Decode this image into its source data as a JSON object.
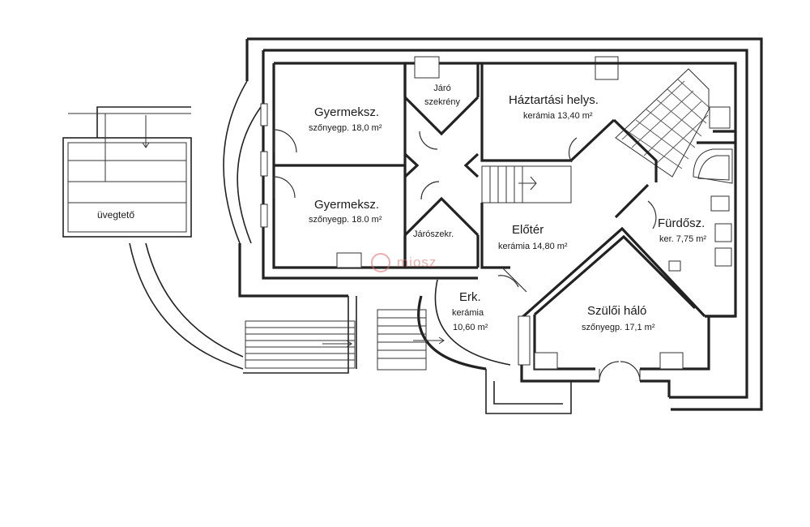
{
  "rooms": {
    "gyermek1": {
      "name": "Gyermeksz.",
      "detail": "szőnyegp. 18,0 m²"
    },
    "gyermek2": {
      "name": "Gyermeksz.",
      "detail": "szőnyegp. 18.0 m²"
    },
    "jaro_szekreny": {
      "line1": "Járó",
      "line2": "szekrény"
    },
    "haztartasi": {
      "name": "Háztartási helys.",
      "detail": "kerámia 13,40 m²"
    },
    "jaroszekr": {
      "name": "Járószekr."
    },
    "eloter": {
      "name": "Előtér",
      "detail": "kerámia 14,80 m²"
    },
    "furdo": {
      "name": "Fürdősz.",
      "detail": "ker. 7,75 m²"
    },
    "erkely": {
      "name": "Erk.",
      "line2": "kerámia",
      "detail": "10,60 m²"
    },
    "szuloi": {
      "name": "Szülői háló",
      "detail": "szőnyegp. 17,1 m²"
    },
    "uvegteto": {
      "name": "üvegtető"
    }
  },
  "watermark": {
    "text": "miosz"
  },
  "colors": {
    "wall": "#222222",
    "watermark": "#e06a6a"
  }
}
